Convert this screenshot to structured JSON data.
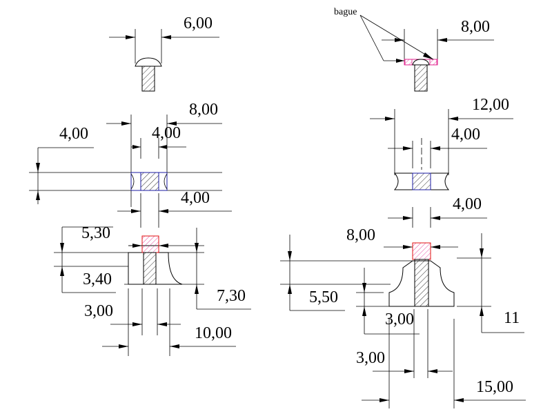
{
  "labels": {
    "bague": "bague"
  },
  "dimensions": {
    "top_left_width": "6,00",
    "top_right_width": "8,00",
    "mid_left_outer": "8,00",
    "mid_left_inner": "4,00",
    "mid_left_height": "4,00",
    "mid_left_lower": "4,00",
    "mid_right_outer": "12,00",
    "mid_right_inner": "4,00",
    "mid_right_lower": "4,00",
    "bot_left_top": "5,30",
    "bot_left_step": "3,40",
    "bot_left_total": "7,30",
    "bot_left_shaft": "3,00",
    "bot_left_base": "10,00",
    "bot_right_bore": "8,00",
    "bot_right_step": "5,50",
    "bot_right_total": "11",
    "bot_right_shaft_a": "3,00",
    "bot_right_shaft_b": "3,00",
    "bot_right_base": "15,00"
  },
  "colors": {
    "line": "#000000",
    "bague_hatch": "#e0208c",
    "blue_outline": "#1a1aa0",
    "red_outline": "#e01010"
  }
}
